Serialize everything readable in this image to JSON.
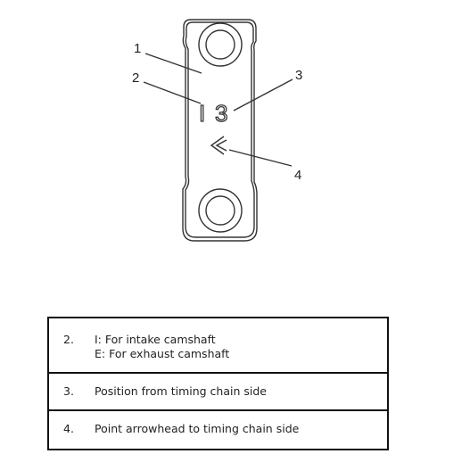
{
  "diagram": {
    "callouts": [
      "1",
      "2",
      "3",
      "4"
    ],
    "marks": {
      "letter": "I",
      "number": "3"
    }
  },
  "legend": {
    "rows": [
      {
        "number": "2.",
        "lines": [
          "I: For intake camshaft",
          "E: For exhaust camshaft"
        ]
      },
      {
        "number": "3.",
        "lines": [
          "Position from timing chain side"
        ]
      },
      {
        "number": "4.",
        "lines": [
          "Point arrowhead to timing chain side"
        ]
      }
    ]
  },
  "colors": {
    "line": "#333333",
    "border": "#111111"
  }
}
